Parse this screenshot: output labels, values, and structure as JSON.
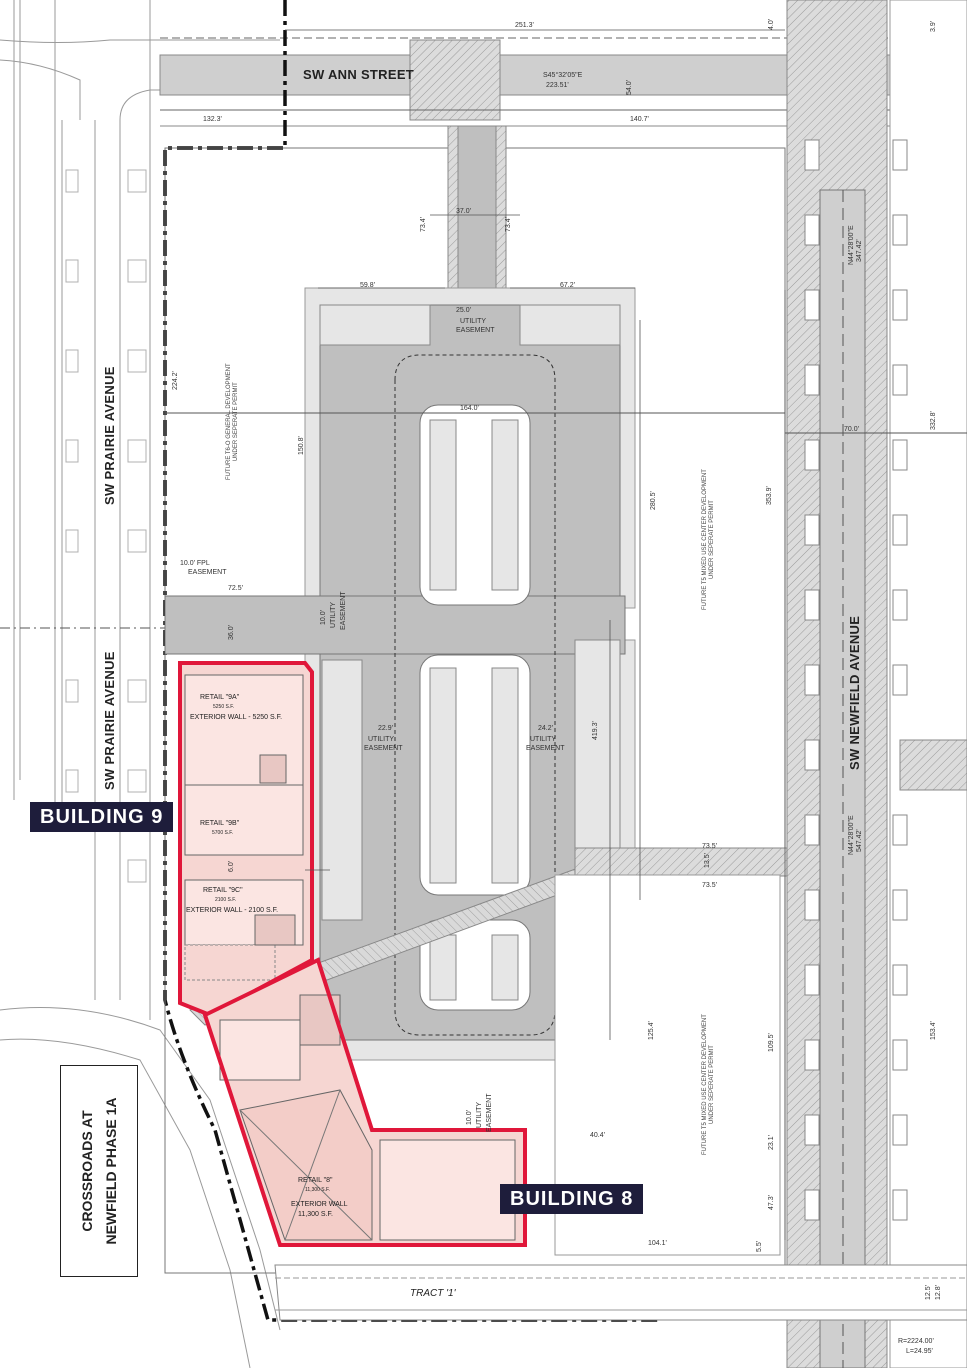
{
  "streets": {
    "ann": "SW ANN STREET",
    "prairie_north": "SW PRAIRIE AVENUE",
    "prairie_south": "SW PRAIRIE AVENUE",
    "newfield": "SW NEWFIELD AVENUE"
  },
  "tract": "TRACT '1'",
  "adjacent_development": "CROSSROADS AT NEWFIELD PHASE 1A",
  "callouts": {
    "building9": "BUILDING 9",
    "building8": "BUILDING 8"
  },
  "notes": {
    "future_west": [
      "FUTURE T6-O GENERAL DEVELOPMENT",
      "UNDER SEPERATE PERMIT"
    ],
    "future_east": [
      "FUTURE T5 MIXED USE CENTER DEVELOPMENT",
      "UNDER SEPERATE PERMIT"
    ],
    "future_southeast": [
      "FUTURE T5 MIXED USE CENTER DEVELOPMENT",
      "UNDER SEPERATE PERMIT"
    ]
  },
  "easements": {
    "fpl_dim": "10.0' FPL",
    "fpl_label": "EASEMENT",
    "utility_top_dim": "25.0'",
    "utility_label": "UTILITY",
    "utility_label2": "EASEMENT",
    "utility_left_dim": "22.9'",
    "utility_right_dim": "24.2'",
    "utility_vert_dim": "10.0'",
    "utility_south_dim": "10.0'"
  },
  "retail": {
    "r9a": {
      "name": "RETAIL \"9A\"",
      "sub": "5250 S.F.",
      "wall": "EXTERIOR WALL - 5250 S.F."
    },
    "r9b": {
      "name": "RETAIL \"9B\"",
      "sub": "5700 S.F."
    },
    "r9c": {
      "name": "RETAIL \"9C\"",
      "sub": "2100 S.F.",
      "wall": "EXTERIOR WALL - 2100 S.F."
    },
    "r8": {
      "name": "RETAIL \"8\"",
      "sub": "11,300 S.F.",
      "wall": "EXTERIOR WALL",
      "wall2": "11,300 S.F."
    }
  },
  "dimensions": {
    "d251": "251.3'",
    "bearing_top": "S45°32'05\"E",
    "d223": "223.51'",
    "d132": "132.3'",
    "d140": "140.7'",
    "d54": "54.0'",
    "d73a": "73.4'",
    "d37": "37.0'",
    "d73b": "73.4'",
    "d59": "59.8'",
    "d67": "67.2'",
    "d164": "164.0'",
    "d150": "150.8'",
    "d224": "224.2'",
    "d72": "72.5'",
    "d36": "36.0'",
    "d280": "280.5'",
    "d419": "419.3'",
    "d353": "353.9'",
    "d70": "70.0'",
    "d332": "332.8'",
    "bearing_n1": "N44°28'00\"E",
    "d347": "347.42'",
    "bearing_n2": "N44°28'00\"E",
    "d547": "547.42'",
    "d73c": "73.5'",
    "d13": "13.5'",
    "d73d": "73.5'",
    "d125": "125.4'",
    "d109": "109.5'",
    "d153": "153.4'",
    "d40": "40.4'",
    "d23": "23.1'",
    "d47": "47.3'",
    "d55": "5.5'",
    "d104": "104.1'",
    "d6": "6.0'",
    "d4": "4.0'",
    "d39": "3.9'",
    "d125b": "12.5'",
    "d128": "12.8'",
    "arc_r": "R=2224.00'",
    "arc_l": "L=24.95'"
  },
  "colors": {
    "paving": "#bfbfbf",
    "pad": "#e6e6e6",
    "building": "#f6d6d2",
    "outline": "#e0173a",
    "callout_bg": "#1e1d3b"
  }
}
